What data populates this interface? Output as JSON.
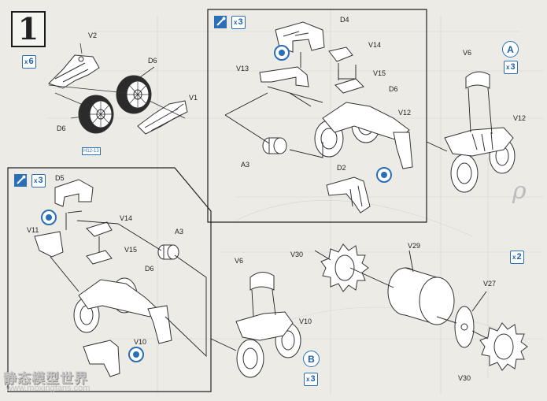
{
  "step": {
    "number": "1"
  },
  "quantities": {
    "x6": "6",
    "x3": "3",
    "x2": "2"
  },
  "callouts": {
    "A": "A",
    "B": "B"
  },
  "part_numbers": {
    "d6_code": "H12-13"
  },
  "labels": {
    "V1": "V1",
    "V2": "V2",
    "D6": "D6",
    "D4": "D4",
    "D5": "D5",
    "D2": "D2",
    "V6": "V6",
    "V10": "V10",
    "V11": "V11",
    "V12": "V12",
    "V13": "V13",
    "V14": "V14",
    "V15": "V15",
    "A3": "A3",
    "V27": "V27",
    "V29": "V29",
    "V30": "V30"
  },
  "watermark": {
    "brand": "静态模型世界",
    "url": "www.moxingfans.com"
  },
  "colors": {
    "accent": "#2a6fb5",
    "line": "#333333",
    "page": "#ecebe6"
  },
  "icons": [
    "glue-icon",
    "cement-icon",
    "step-number-box"
  ]
}
